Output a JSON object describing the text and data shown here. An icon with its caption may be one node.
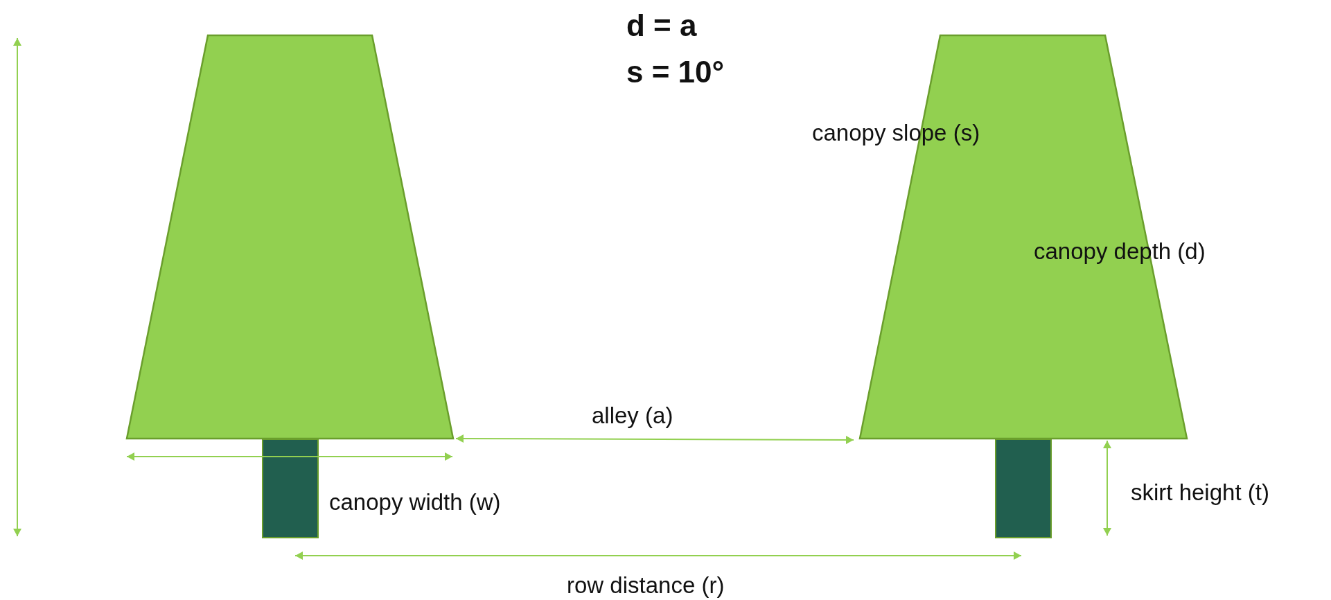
{
  "diagram": {
    "labels": [
      "d = a",
      "s = 10°",
      "canopy slope (s)",
      "canopy depth (d)",
      "alley (a)",
      "canopy width (w)",
      "skirt height (t)",
      "row distance (r)"
    ]
  }
}
